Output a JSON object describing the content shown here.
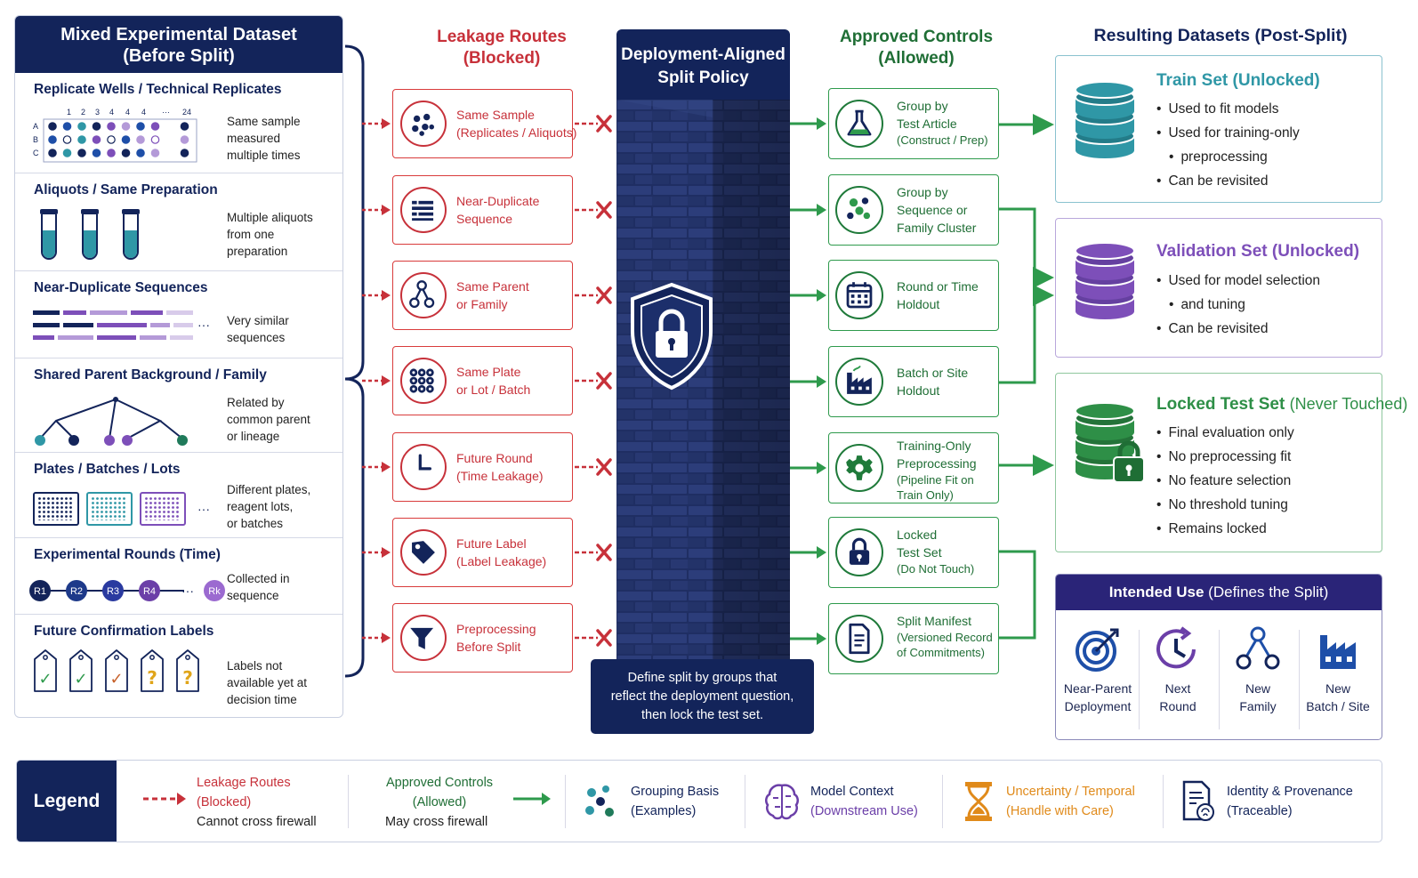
{
  "left_panel": {
    "title_line1": "Mixed Experimental Dataset",
    "title_line2": "(Before Split)",
    "sections": [
      {
        "title": "Replicate Wells / Technical Replicates",
        "desc": [
          "Same sample",
          "measured",
          "multiple times"
        ]
      },
      {
        "title": "Aliquots / Same Preparation",
        "desc": [
          "Multiple aliquots",
          "from one",
          "preparation"
        ]
      },
      {
        "title": "Near-Duplicate Sequences",
        "desc": [
          "Very similar",
          "sequences"
        ]
      },
      {
        "title": "Shared Parent Background / Family",
        "desc": [
          "Related by",
          "common parent",
          "or lineage"
        ]
      },
      {
        "title": "Plates / Batches / Lots",
        "desc": [
          "Different plates,",
          "reagent lots,",
          "or batches"
        ]
      },
      {
        "title": "Experimental Rounds (Time)",
        "desc": [
          "Collected in",
          "sequence"
        ]
      },
      {
        "title": "Future Confirmation Labels",
        "desc": [
          "Labels not",
          "available yet at",
          "decision time"
        ]
      }
    ],
    "well_grid": {
      "col_labels": [
        "1",
        "2",
        "3",
        "4",
        "4",
        "4",
        "···",
        "24"
      ],
      "row_labels": [
        "A",
        "B",
        "C"
      ]
    },
    "rounds": [
      "R1",
      "R2",
      "R3",
      "R4",
      "Rk"
    ],
    "ellipsis": "···",
    "label_tags": [
      "✓",
      "✓",
      "✓",
      "?",
      "?"
    ]
  },
  "leakage": {
    "header_line1": "Leakage Routes",
    "header_line2": "(Blocked)",
    "routes": [
      {
        "line1": "Same Sample",
        "line2": "(Replicates / Aliquots)",
        "icon": "dots-icon"
      },
      {
        "line1": "Near-Duplicate",
        "line2": "Sequence",
        "icon": "list-icon"
      },
      {
        "line1": "Same Parent",
        "line2": "or Family",
        "icon": "tree-icon"
      },
      {
        "line1": "Same Plate",
        "line2": "or Lot / Batch",
        "icon": "plate-icon"
      },
      {
        "line1": "Future Round",
        "line2": "(Time Leakage)",
        "icon": "clock-icon"
      },
      {
        "line1": "Future Label",
        "line2": "(Label Leakage)",
        "icon": "tag-icon"
      },
      {
        "line1": "Preprocessing",
        "line2": "Before Split",
        "icon": "funnel-icon"
      }
    ],
    "blocked_mark": "✕"
  },
  "firewall": {
    "title_line1": "Deployment-Aligned",
    "title_line2": "Split Policy",
    "note_line1": "Define split by groups that",
    "note_line2": "reflect the deployment question,",
    "note_line3": "then lock the test set."
  },
  "controls": {
    "header_line1": "Approved Controls",
    "header_line2": "(Allowed)",
    "items": [
      {
        "lines": [
          "Group by",
          "Test Article"
        ],
        "sub": [
          "(Construct / Prep)"
        ],
        "icon": "flask-icon"
      },
      {
        "lines": [
          "Group by",
          "Sequence or",
          "Family Cluster"
        ],
        "sub": [],
        "icon": "cluster-icon"
      },
      {
        "lines": [
          "Round or Time",
          "Holdout"
        ],
        "sub": [],
        "icon": "calendar-icon"
      },
      {
        "lines": [
          "Batch or Site",
          "Holdout"
        ],
        "sub": [],
        "icon": "factory-icon"
      },
      {
        "lines": [
          "Training-Only",
          "Preprocessing"
        ],
        "sub": [
          "(Pipeline Fit on",
          "Train Only)"
        ],
        "icon": "gear-icon"
      },
      {
        "lines": [
          "Locked",
          "Test Set"
        ],
        "sub": [
          "(Do Not Touch)"
        ],
        "icon": "lock-icon"
      },
      {
        "lines": [
          "Split Manifest"
        ],
        "sub": [
          "(Versioned Record",
          "of Commitments)"
        ],
        "icon": "document-icon"
      }
    ]
  },
  "results": {
    "header": "Resulting Datasets (Post-Split)",
    "train": {
      "title": "Train Set (Unlocked)",
      "items": [
        "Used to fit models",
        "Used for training-only",
        "preprocessing",
        "Can be revisited"
      ],
      "color": "#2f97a6"
    },
    "validation": {
      "title": "Validation Set (Unlocked)",
      "items": [
        "Used for model selection",
        "and tuning",
        "Can be revisited"
      ],
      "color": "#7d4fb9"
    },
    "test": {
      "title_main": "Locked Test Set",
      "title_note": "(Never Touched)",
      "items": [
        "Final evaluation only",
        "No preprocessing fit",
        "No feature selection",
        "No threshold tuning",
        "Remains locked"
      ],
      "color": "#2e8f47"
    }
  },
  "intended_use": {
    "title_main": "Intended Use",
    "title_note": "(Defines the Split)",
    "items": [
      {
        "line1": "Near-Parent",
        "line2": "Deployment",
        "icon": "target-icon"
      },
      {
        "line1": "Next",
        "line2": "Round",
        "icon": "clock-arrow-icon"
      },
      {
        "line1": "New",
        "line2": "Family",
        "icon": "family-tree-icon"
      },
      {
        "line1": "New",
        "line2": "Batch / Site",
        "icon": "factory-icon"
      }
    ]
  },
  "legend": {
    "title": "Legend",
    "items": [
      {
        "line1": "Leakage Routes",
        "line2": "(Blocked)",
        "line3": "Cannot cross firewall",
        "color": "#c7313a"
      },
      {
        "line1": "Approved Controls",
        "line2": "(Allowed)",
        "line3": "May cross firewall",
        "color": "#1f6e35"
      },
      {
        "line1": "Grouping Basis",
        "line2": "(Examples)",
        "color": "#13245a"
      },
      {
        "line1": "Model Context",
        "line2": "(Downstream Use)",
        "color": "#6b3fa8"
      },
      {
        "line1": "Uncertainty / Temporal",
        "line2": "(Handle with Care)",
        "color": "#e08a1a"
      },
      {
        "line1": "Identity & Provenance",
        "line2": "(Traceable)",
        "color": "#13245a"
      }
    ]
  },
  "colors": {
    "navy": "#13245a",
    "red": "#c7313a",
    "green": "#1f6e35",
    "teal": "#2f97a6",
    "purple": "#7d4fb9",
    "orange": "#e08a1a"
  }
}
